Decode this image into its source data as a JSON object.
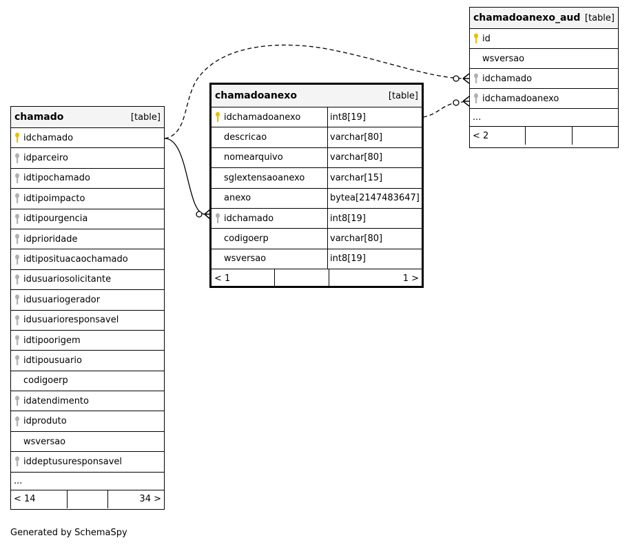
{
  "tables": {
    "chamado": {
      "name": "chamado",
      "type_label": "[table]",
      "columns": [
        {
          "name": "idchamado",
          "key": "pk"
        },
        {
          "name": "idparceiro",
          "key": "fk"
        },
        {
          "name": "idtipochamado",
          "key": "fk"
        },
        {
          "name": "idtipoimpacto",
          "key": "fk"
        },
        {
          "name": "idtipourgencia",
          "key": "fk"
        },
        {
          "name": "idprioridade",
          "key": "fk"
        },
        {
          "name": "idtiposituacaochamado",
          "key": "fk"
        },
        {
          "name": "idusuariosolicitante",
          "key": "fk"
        },
        {
          "name": "idusuariogerador",
          "key": "fk"
        },
        {
          "name": "idusuarioresponsavel",
          "key": "fk"
        },
        {
          "name": "idtipoorigem",
          "key": "fk"
        },
        {
          "name": "idtipousuario",
          "key": "fk"
        },
        {
          "name": "codigoerp",
          "key": ""
        },
        {
          "name": "idatendimento",
          "key": "fk"
        },
        {
          "name": "idproduto",
          "key": "fk"
        },
        {
          "name": "wsversao",
          "key": ""
        },
        {
          "name": "iddeptusuresponsavel",
          "key": "fk"
        }
      ],
      "more": "...",
      "footer": {
        "left": "< 14",
        "middle": "",
        "right": "34 >"
      }
    },
    "chamadoanexo": {
      "name": "chamadoanexo",
      "type_label": "[table]",
      "columns": [
        {
          "name": "idchamadoanexo",
          "type": "int8[19]",
          "key": "pk"
        },
        {
          "name": "descricao",
          "type": "varchar[80]",
          "key": ""
        },
        {
          "name": "nomearquivo",
          "type": "varchar[80]",
          "key": ""
        },
        {
          "name": "sglextensaoanexo",
          "type": "varchar[15]",
          "key": ""
        },
        {
          "name": "anexo",
          "type": "bytea[2147483647]",
          "key": ""
        },
        {
          "name": "idchamado",
          "type": "int8[19]",
          "key": "fk"
        },
        {
          "name": "codigoerp",
          "type": "varchar[80]",
          "key": ""
        },
        {
          "name": "wsversao",
          "type": "int8[19]",
          "key": ""
        }
      ],
      "footer": {
        "left": "< 1",
        "middle": "",
        "right": "1 >"
      }
    },
    "chamadoanexo_aud": {
      "name": "chamadoanexo_aud",
      "type_label": "[table]",
      "columns": [
        {
          "name": "id",
          "key": "pk"
        },
        {
          "name": "wsversao",
          "key": ""
        },
        {
          "name": "idchamado",
          "key": "fk"
        },
        {
          "name": "idchamadoanexo",
          "key": "fk"
        }
      ],
      "more": "...",
      "footer": {
        "left": "< 2",
        "middle": "",
        "right": ""
      }
    }
  },
  "relationships": [
    {
      "from": "chamadoanexo.idchamado",
      "to": "chamado.idchamado",
      "style": "solid"
    },
    {
      "from": "chamadoanexo_aud.idchamado",
      "to": "chamado.idchamado",
      "style": "dashed"
    },
    {
      "from": "chamadoanexo_aud.idchamadoanexo",
      "to": "chamadoanexo.idchamadoanexo",
      "style": "dashed"
    }
  ],
  "colors": {
    "primary_key": "#e8c000",
    "foreign_key": "#b0b0b0",
    "header_bg": "#f4f4f4"
  },
  "credit": "Generated by SchemaSpy"
}
